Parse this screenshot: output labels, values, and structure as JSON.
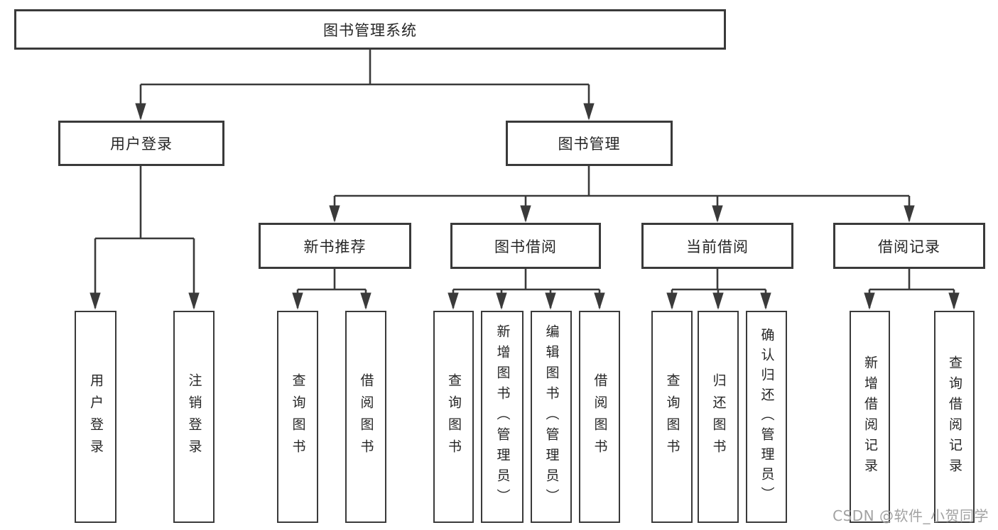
{
  "diagram": {
    "title": "图书管理系统",
    "nodes": {
      "root": "图书管理系统",
      "user_login": "用户登录",
      "book_mgmt": "图书管理",
      "new_book_rec": "新书推荐",
      "book_borrow": "图书借阅",
      "current_borrow": "当前借阅",
      "borrow_record": "借阅记录",
      "leaf_user_login": "用户登录",
      "leaf_logout": "注销登录",
      "leaf_nb_query": "查询图书",
      "leaf_nb_borrow": "借阅图书",
      "leaf_bb_query": "查询图书",
      "leaf_bb_add": "新增图书（管理员）",
      "leaf_bb_edit": "编辑图书（管理员）",
      "leaf_bb_borrow": "借阅图书",
      "leaf_cb_query": "查询图书",
      "leaf_cb_return": "归还图书",
      "leaf_cb_confirm": "确认归还（管理员）",
      "leaf_br_add": "新增借阅记录",
      "leaf_br_query": "查询借阅记录"
    },
    "edges": [
      {
        "from": "root",
        "to": "user_login"
      },
      {
        "from": "root",
        "to": "book_mgmt"
      },
      {
        "from": "user_login",
        "to": "leaf_user_login"
      },
      {
        "from": "user_login",
        "to": "leaf_logout"
      },
      {
        "from": "book_mgmt",
        "to": "new_book_rec"
      },
      {
        "from": "book_mgmt",
        "to": "book_borrow"
      },
      {
        "from": "book_mgmt",
        "to": "current_borrow"
      },
      {
        "from": "book_mgmt",
        "to": "borrow_record"
      },
      {
        "from": "new_book_rec",
        "to": "leaf_nb_query"
      },
      {
        "from": "new_book_rec",
        "to": "leaf_nb_borrow"
      },
      {
        "from": "book_borrow",
        "to": "leaf_bb_query"
      },
      {
        "from": "book_borrow",
        "to": "leaf_bb_add"
      },
      {
        "from": "book_borrow",
        "to": "leaf_bb_edit"
      },
      {
        "from": "book_borrow",
        "to": "leaf_bb_borrow"
      },
      {
        "from": "current_borrow",
        "to": "leaf_cb_query"
      },
      {
        "from": "current_borrow",
        "to": "leaf_cb_return"
      },
      {
        "from": "current_borrow",
        "to": "leaf_cb_confirm"
      },
      {
        "from": "borrow_record",
        "to": "leaf_br_add"
      },
      {
        "from": "borrow_record",
        "to": "leaf_br_query"
      }
    ],
    "colors": {
      "line": "#3a3a3a",
      "box_border": "#3a3a3a",
      "box_fill": "#ffffff",
      "text": "#262626",
      "watermark": "#a2a2a2",
      "background": "#ffffff"
    }
  },
  "watermark": {
    "text": "CSDN @软件_小贺同学"
  }
}
